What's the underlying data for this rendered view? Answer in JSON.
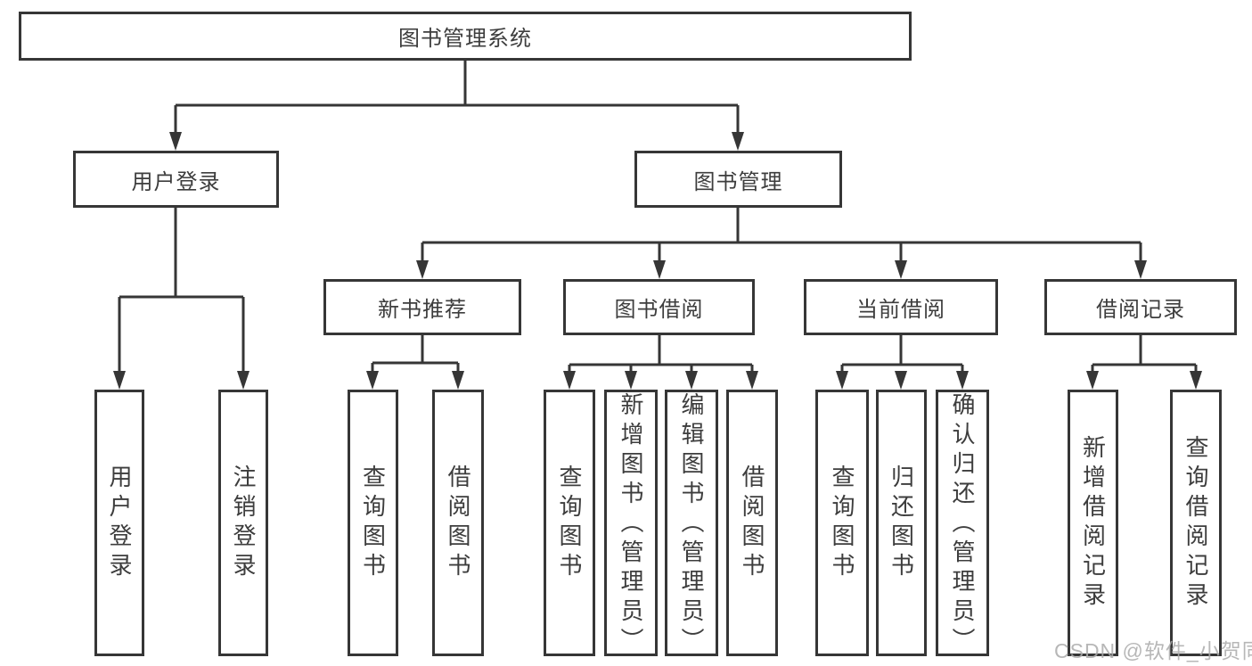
{
  "tree": {
    "label": "图书管理系统",
    "children": [
      {
        "label": "用户登录",
        "children": [
          {
            "label": "用户登录"
          },
          {
            "label": "注销登录"
          }
        ]
      },
      {
        "label": "图书管理",
        "children": [
          {
            "label": "新书推荐",
            "children": [
              {
                "label": "查询图书"
              },
              {
                "label": "借阅图书"
              }
            ]
          },
          {
            "label": "图书借阅",
            "children": [
              {
                "label": "查询图书"
              },
              {
                "label": "新增图书（管理员）"
              },
              {
                "label": "编辑图书（管理员）"
              },
              {
                "label": "借阅图书"
              }
            ]
          },
          {
            "label": "当前借阅",
            "children": [
              {
                "label": "查询图书"
              },
              {
                "label": "归还图书"
              },
              {
                "label": "确认归还（管理员）"
              }
            ]
          },
          {
            "label": "借阅记录",
            "children": [
              {
                "label": "新增借阅记录"
              },
              {
                "label": "查询借阅记录"
              }
            ]
          }
        ]
      }
    ]
  },
  "watermark": {
    "text": "CSDN @软件_小贺同学"
  },
  "colors": {
    "line": "#363636",
    "box_border": "#363636",
    "box_fill": "#ffffff",
    "text": "#3d3d3d",
    "watermark": "#ababab"
  }
}
